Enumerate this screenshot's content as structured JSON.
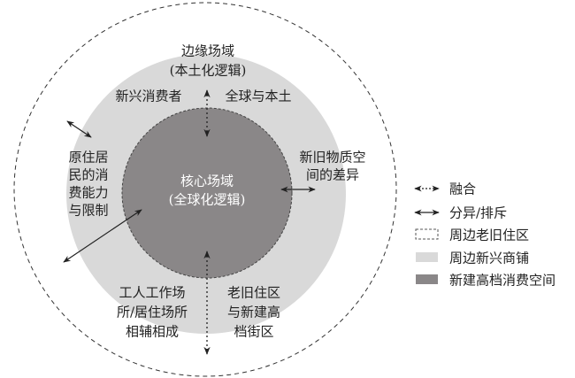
{
  "diagram": {
    "outer_label": {
      "line1": "边缘场域",
      "line2": "(本土化逻辑)"
    },
    "core_label": {
      "line1": "核心场域",
      "line2": "(全球化逻辑)"
    },
    "new_consumers": "新兴消费者",
    "global_local": "全球与本土",
    "residents": [
      "原住居",
      "民的消",
      "费能力",
      "与限制"
    ],
    "material_diff": [
      "新旧物质空",
      "间的差异"
    ],
    "work_live": [
      "工人工作场",
      "所/居住场所",
      "相辅相成"
    ],
    "old_new": [
      "老旧住区",
      "与新建高",
      "档街区"
    ]
  },
  "legend": [
    {
      "symbol": "dotted-double-arrow",
      "label": "融合"
    },
    {
      "symbol": "solid-double-arrow",
      "label": "分异/排斥"
    },
    {
      "symbol": "dashed-box",
      "label": "周边老旧住区"
    },
    {
      "symbol": "light-gray-box",
      "label": "周边新兴商铺",
      "color": "#d9d9d9"
    },
    {
      "symbol": "dark-gray-box",
      "label": "新建高档消费空间",
      "color": "#8a8788"
    }
  ]
}
